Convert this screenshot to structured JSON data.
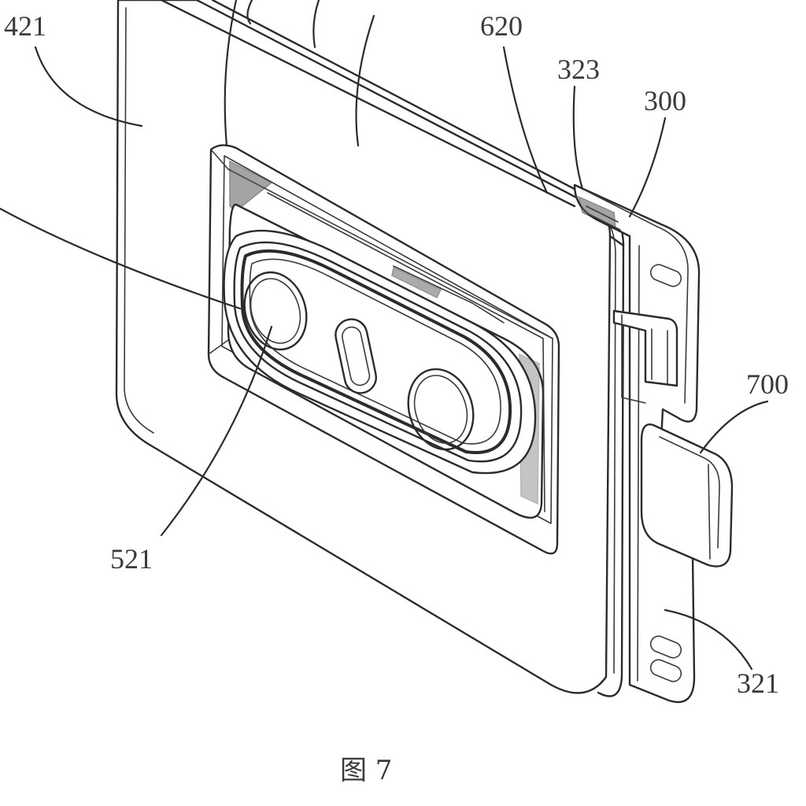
{
  "figure": {
    "caption": "图 7",
    "labels": {
      "l421": "421",
      "l620": "620",
      "l323": "323",
      "l300": "300",
      "l700": "700",
      "l521": "521",
      "l321": "321"
    }
  }
}
